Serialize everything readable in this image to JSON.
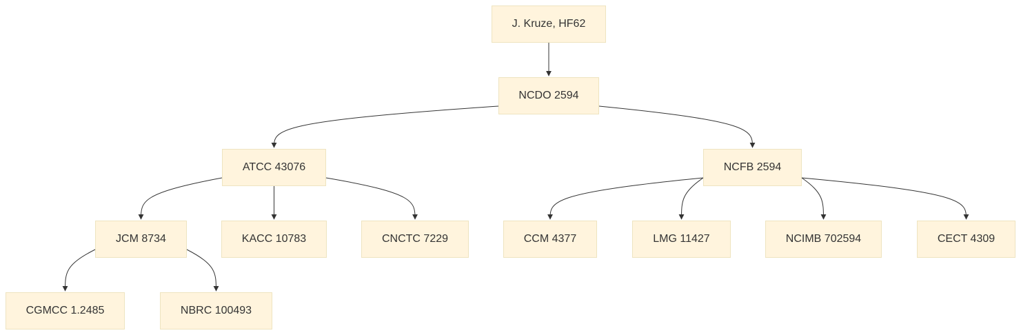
{
  "colors": {
    "node_fill": "#fff4dd",
    "node_border": "#eee4c0",
    "node_text": "#333333",
    "edge": "#333333",
    "background": "#ffffff"
  },
  "nodes": [
    {
      "id": "kruze",
      "label": "J. Kruze, HF62"
    },
    {
      "id": "ncdo",
      "label": "NCDO 2594"
    },
    {
      "id": "atcc",
      "label": "ATCC 43076"
    },
    {
      "id": "ncfb",
      "label": "NCFB 2594"
    },
    {
      "id": "jcm",
      "label": "JCM 8734"
    },
    {
      "id": "kacc",
      "label": "KACC 10783"
    },
    {
      "id": "cnctc",
      "label": "CNCTC 7229"
    },
    {
      "id": "ccm",
      "label": "CCM 4377"
    },
    {
      "id": "lmg",
      "label": "LMG 11427"
    },
    {
      "id": "ncimb",
      "label": "NCIMB 702594"
    },
    {
      "id": "cect",
      "label": "CECT 4309"
    },
    {
      "id": "cgmcc",
      "label": "CGMCC 1.2485"
    },
    {
      "id": "nbrc",
      "label": "NBRC 100493"
    }
  ],
  "edges": [
    {
      "from": "kruze",
      "to": "ncdo"
    },
    {
      "from": "ncdo",
      "to": "atcc"
    },
    {
      "from": "ncdo",
      "to": "ncfb"
    },
    {
      "from": "atcc",
      "to": "jcm"
    },
    {
      "from": "atcc",
      "to": "kacc"
    },
    {
      "from": "atcc",
      "to": "cnctc"
    },
    {
      "from": "ncfb",
      "to": "ccm"
    },
    {
      "from": "ncfb",
      "to": "lmg"
    },
    {
      "from": "ncfb",
      "to": "ncimb"
    },
    {
      "from": "ncfb",
      "to": "cect"
    },
    {
      "from": "jcm",
      "to": "cgmcc"
    },
    {
      "from": "jcm",
      "to": "nbrc"
    }
  ]
}
